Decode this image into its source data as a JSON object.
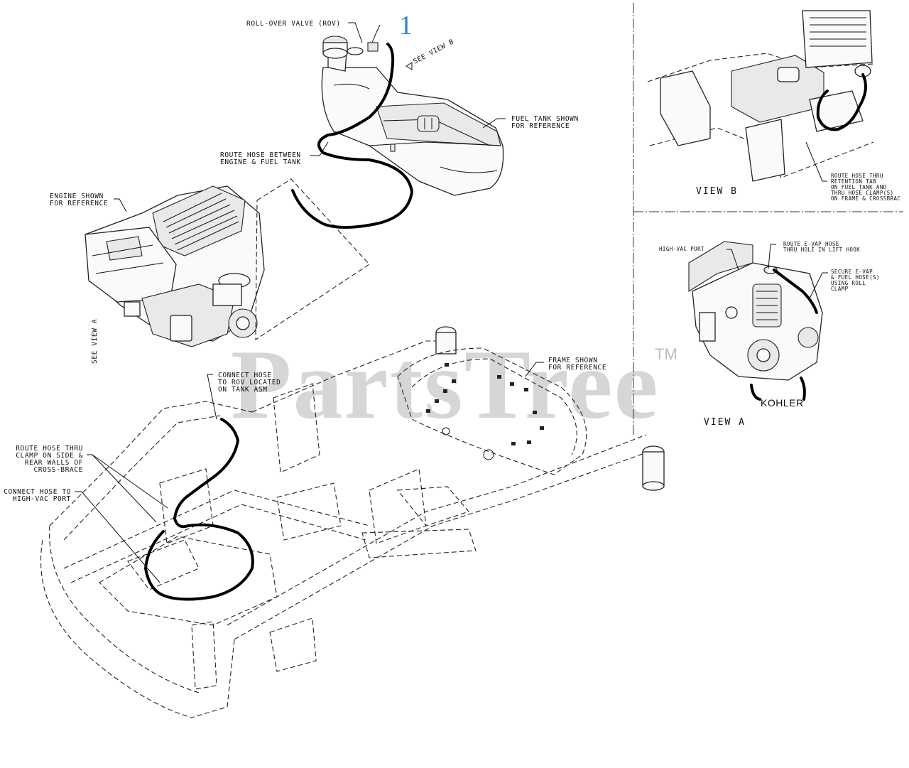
{
  "callout": {
    "number": "1"
  },
  "labels": {
    "rollover_valve": "ROLL-OVER VALVE (ROV)",
    "see_view_b": "SEE VIEW B",
    "fuel_tank": [
      "FUEL TANK SHOWN",
      "FOR REFERENCE"
    ],
    "route_hose_engine_tank": [
      "ROUTE HOSE BETWEEN",
      "ENGINE & FUEL TANK"
    ],
    "engine_shown": [
      "ENGINE SHOWN",
      "FOR REFERENCE"
    ],
    "see_view_a": "SEE VIEW A",
    "frame_shown": [
      "FRAME SHOWN",
      "FOR REFERENCE"
    ],
    "connect_hose_rov": [
      "CONNECT HOSE",
      "TO ROV LOCATED",
      "ON TANK ASM"
    ],
    "route_hose_clamp": [
      "ROUTE HOSE THRU",
      "CLAMP ON SIDE &",
      "REAR WALLS OF",
      "CROSS-BRACE"
    ],
    "connect_hose_highvac": [
      "CONNECT HOSE TO",
      "HIGH-VAC PORT"
    ]
  },
  "view_b": {
    "title": "VIEW B",
    "note": [
      "ROUTE HOSE THRU",
      "RETENTION TAB",
      "ON FUEL TANK AND",
      "THRU HOSE CLAMP(S)",
      "ON FRAME & CROSSBRAC"
    ]
  },
  "view_a": {
    "title": "VIEW A",
    "brand": "KOHLER",
    "high_vac_port": "HIGH-VAC PORT",
    "route_evap": [
      "ROUTE E-VAP HOSE",
      "THRU HOLE IN LIFT HOOK"
    ],
    "secure_evap": [
      "SECURE E-VAP",
      "& FUEL HOSE(S)",
      "USING ROLL",
      "CLAMP"
    ]
  },
  "watermark": {
    "text": "PartsTree",
    "mark": "TM"
  }
}
